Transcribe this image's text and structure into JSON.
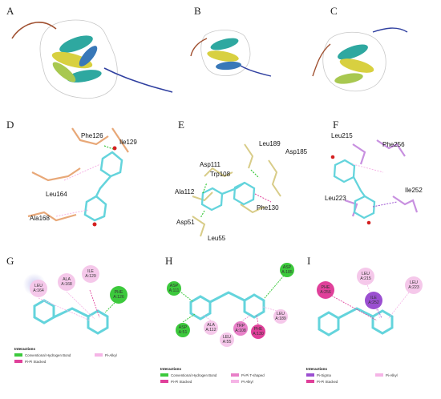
{
  "panels": {
    "A": "A",
    "B": "B",
    "C": "C",
    "D": "D",
    "E": "E",
    "F": "F",
    "G": "G",
    "H": "H",
    "I": "I"
  },
  "D_residues": [
    "Phe126",
    "Ile129",
    "Leu164",
    "Ala168"
  ],
  "E_residues": [
    "Leu189",
    "Asp185",
    "Asp111",
    "Trp108",
    "Ala112",
    "Phe130",
    "Asp51",
    "Leu55"
  ],
  "F_residues": [
    "Leu215",
    "Phe256",
    "Leu223",
    "Ile252"
  ],
  "G_nodes": [
    {
      "code": "LEU",
      "id": "A:164"
    },
    {
      "code": "ALA",
      "id": "A:168"
    },
    {
      "code": "ILE",
      "id": "A:129"
    },
    {
      "code": "PHE",
      "id": "A:126"
    }
  ],
  "H_nodes": [
    {
      "code": "ASP",
      "id": "A:111"
    },
    {
      "code": "ASP",
      "id": "A:185"
    },
    {
      "code": "ASP",
      "id": "A:51"
    },
    {
      "code": "ALA",
      "id": "A:112"
    },
    {
      "code": "LEU",
      "id": "A:55"
    },
    {
      "code": "TRP",
      "id": "A:108"
    },
    {
      "code": "PHE",
      "id": "A:130"
    },
    {
      "code": "LEU",
      "id": "A:189"
    }
  ],
  "I_nodes": [
    {
      "code": "PHE",
      "id": "A:256"
    },
    {
      "code": "LEU",
      "id": "A:215"
    },
    {
      "code": "ILE",
      "id": "A:252"
    },
    {
      "code": "LEU",
      "id": "A:223"
    }
  ],
  "legends": {
    "G": {
      "title": "Interactions",
      "items": [
        "Conventional Hydrogen Bond",
        "Pi-Pi Stacked",
        "Pi-Alkyl"
      ]
    },
    "H": {
      "title": "Interactions",
      "items": [
        "Conventional Hydrogen Bond",
        "Pi-Pi Stacked",
        "Pi-Pi T-shaped",
        "Pi-Alkyl"
      ]
    },
    "I": {
      "title": "Interactions",
      "items": [
        "Pi-Sigma",
        "Pi-Pi Stacked",
        "Pi-Alkyl"
      ]
    }
  },
  "colors": {
    "hbond": "#3cc93c",
    "pi_pi_stacked": "#e0409a",
    "pi_pi_tshaped": "#e880c8",
    "pi_alkyl": "#f5b4e6",
    "pi_sigma": "#9b4fd1",
    "ligand": "#64d4dc",
    "oxygen": "#d42020",
    "ribbon_teal": "#2ea8a0",
    "ribbon_yellow": "#d8d040",
    "ribbon_blue": "#3040a0",
    "coil_brown": "#a05030"
  }
}
